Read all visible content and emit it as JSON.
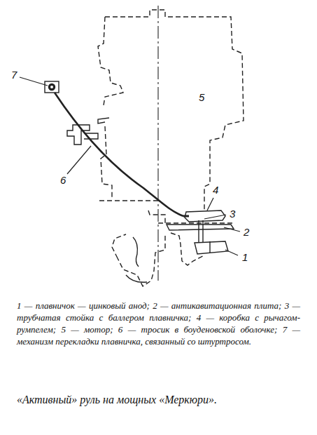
{
  "diagram": {
    "caption": "«Активный» руль на мощных «Меркюри».",
    "labels": [
      "1",
      "2",
      "3",
      "4",
      "5",
      "6",
      "7",
      "1 — плавничок — цинковый анод; 2 — антикавитационная плита; 3 — трубчатая стойка с баллером плавничка; 4 — коробка с рычагом-румпелем; 5 — мотор; 6 — тросик в боуденовской оболочке; 7 — механизм перекладки плавничка, связанный со штуртросом."
    ]
  }
}
